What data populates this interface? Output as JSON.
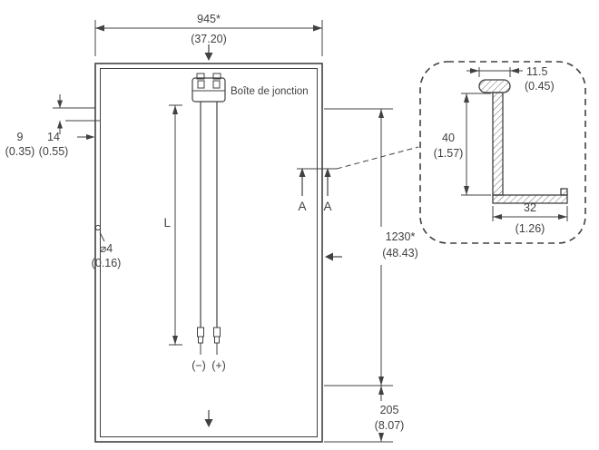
{
  "colors": {
    "ink": "#414042",
    "background": "#ffffff"
  },
  "main_view": {
    "width_dim_mm": "945*",
    "width_dim_in": "(37.20)",
    "junction_box_label": "Boîte de jonction",
    "frame_width_mm": "9",
    "frame_width_in": "(0.35)",
    "offset_mm": "14",
    "offset_in": "(0.55)",
    "cable_length_label": "L",
    "hole_dia_mm": "⌀4",
    "hole_dia_in": "(0.16)",
    "connector_negative": "(−)",
    "connector_positive": "(+)",
    "section_label_left": "A",
    "section_label_right": "A",
    "height_dim_mm": "1230*",
    "height_dim_in": "(48.43)",
    "bottom_offset_mm": "205",
    "bottom_offset_in": "(8.07)"
  },
  "detail_view": {
    "lip_width_mm": "11.5",
    "lip_width_in": "(0.45)",
    "frame_height_mm": "40",
    "frame_height_in": "(1.57)",
    "flange_width_mm": "32",
    "flange_width_in": "(1.26)"
  }
}
